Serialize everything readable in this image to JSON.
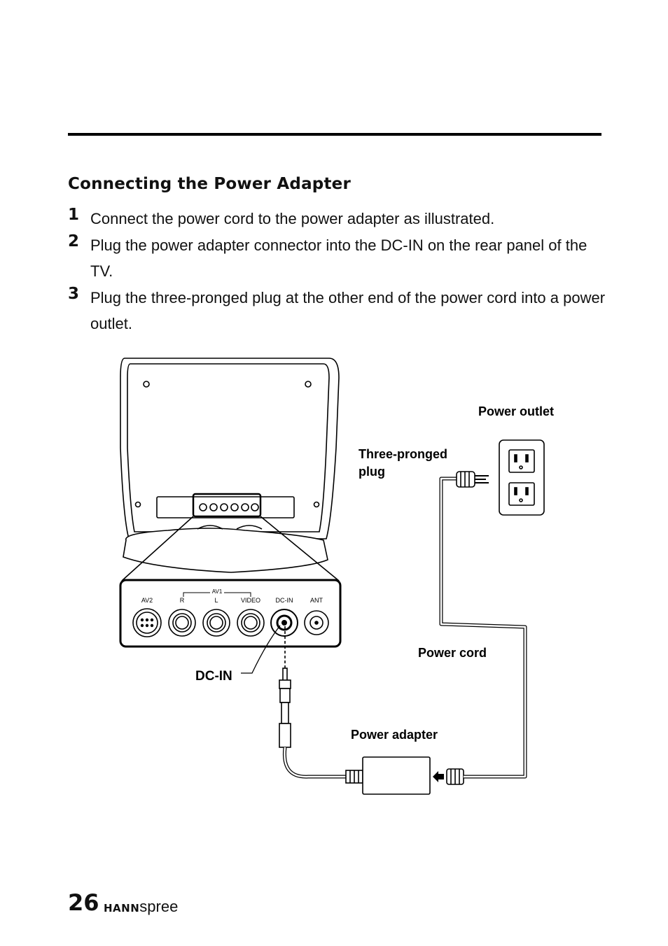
{
  "section_title": "Connecting the Power Adapter",
  "steps": [
    {
      "num": "1",
      "text": "Connect the power cord to the power adapter as illustrated."
    },
    {
      "num": "2",
      "text": "Plug the power adapter connector into the DC-IN on the rear panel of the TV."
    },
    {
      "num": "3",
      "text": "Plug the three-pronged plug at the other end of the power cord into a power outlet."
    }
  ],
  "diagram": {
    "labels": {
      "power_outlet": "Power outlet",
      "three_pronged_plug_line1": "Three-pronged",
      "three_pronged_plug_line2": "plug",
      "power_cord": "Power cord",
      "dc_in_callout": "DC-IN",
      "power_adapter": "Power adapter"
    },
    "panel": {
      "av1": "AV1",
      "av2": "AV2",
      "r": "R",
      "l": "L",
      "video": "VIDEO",
      "dc_in": "DC-IN",
      "ant": "ANT"
    }
  },
  "footer": {
    "page_number": "26",
    "brand_bold": "HANN",
    "brand_light": "spree"
  }
}
